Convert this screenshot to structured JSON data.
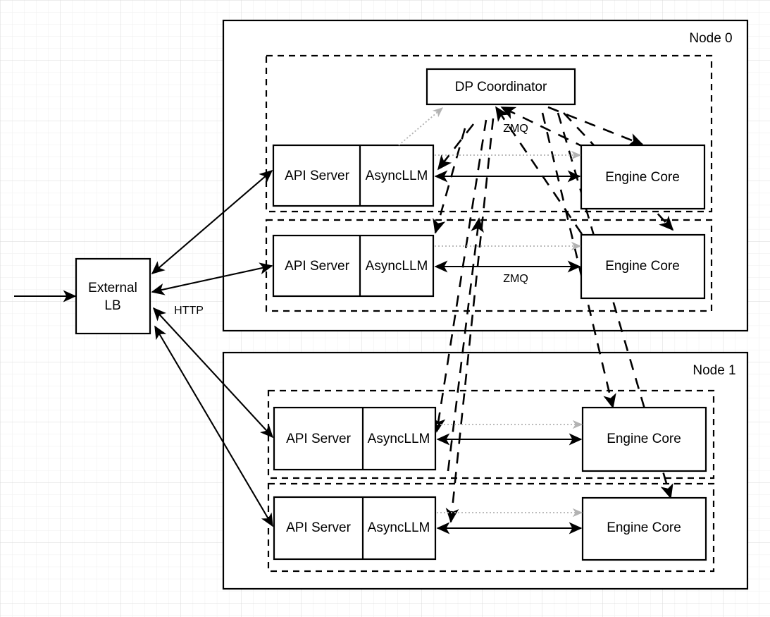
{
  "diagram": {
    "title": "vLLM data-parallel deployment topology",
    "background": {
      "grid": true,
      "minor_color": "#eeeeee",
      "major_color": "#d9d9d9"
    },
    "colors": {
      "stroke": "#000000",
      "fill": "#ffffff",
      "gray_dotted": "#b3b3b3"
    }
  },
  "external": {
    "lb_line1": "External",
    "lb_line2": "LB"
  },
  "nodes": [
    {
      "id": "node0",
      "label": "Node 0"
    },
    {
      "id": "node1",
      "label": "Node 1"
    }
  ],
  "coordinator": {
    "label": "DP Coordinator"
  },
  "engine_groups": [
    {
      "node": "node0",
      "api_server": "API Server",
      "async_llm": "AsyncLLM",
      "engine_core": "Engine Core",
      "edge_label": "ZMQ"
    },
    {
      "node": "node0",
      "api_server": "API Server",
      "async_llm": "AsyncLLM",
      "engine_core": "Engine Core",
      "edge_label": "ZMQ"
    },
    {
      "node": "node1",
      "api_server": "API Server",
      "async_llm": "AsyncLLM",
      "engine_core": "Engine Core",
      "edge_label": ""
    },
    {
      "node": "node1",
      "api_server": "API Server",
      "async_llm": "AsyncLLM",
      "engine_core": "Engine Core",
      "edge_label": ""
    }
  ],
  "edge_labels": {
    "http": "HTTP",
    "zmq_top": "ZMQ",
    "zmq_second": "ZMQ"
  }
}
